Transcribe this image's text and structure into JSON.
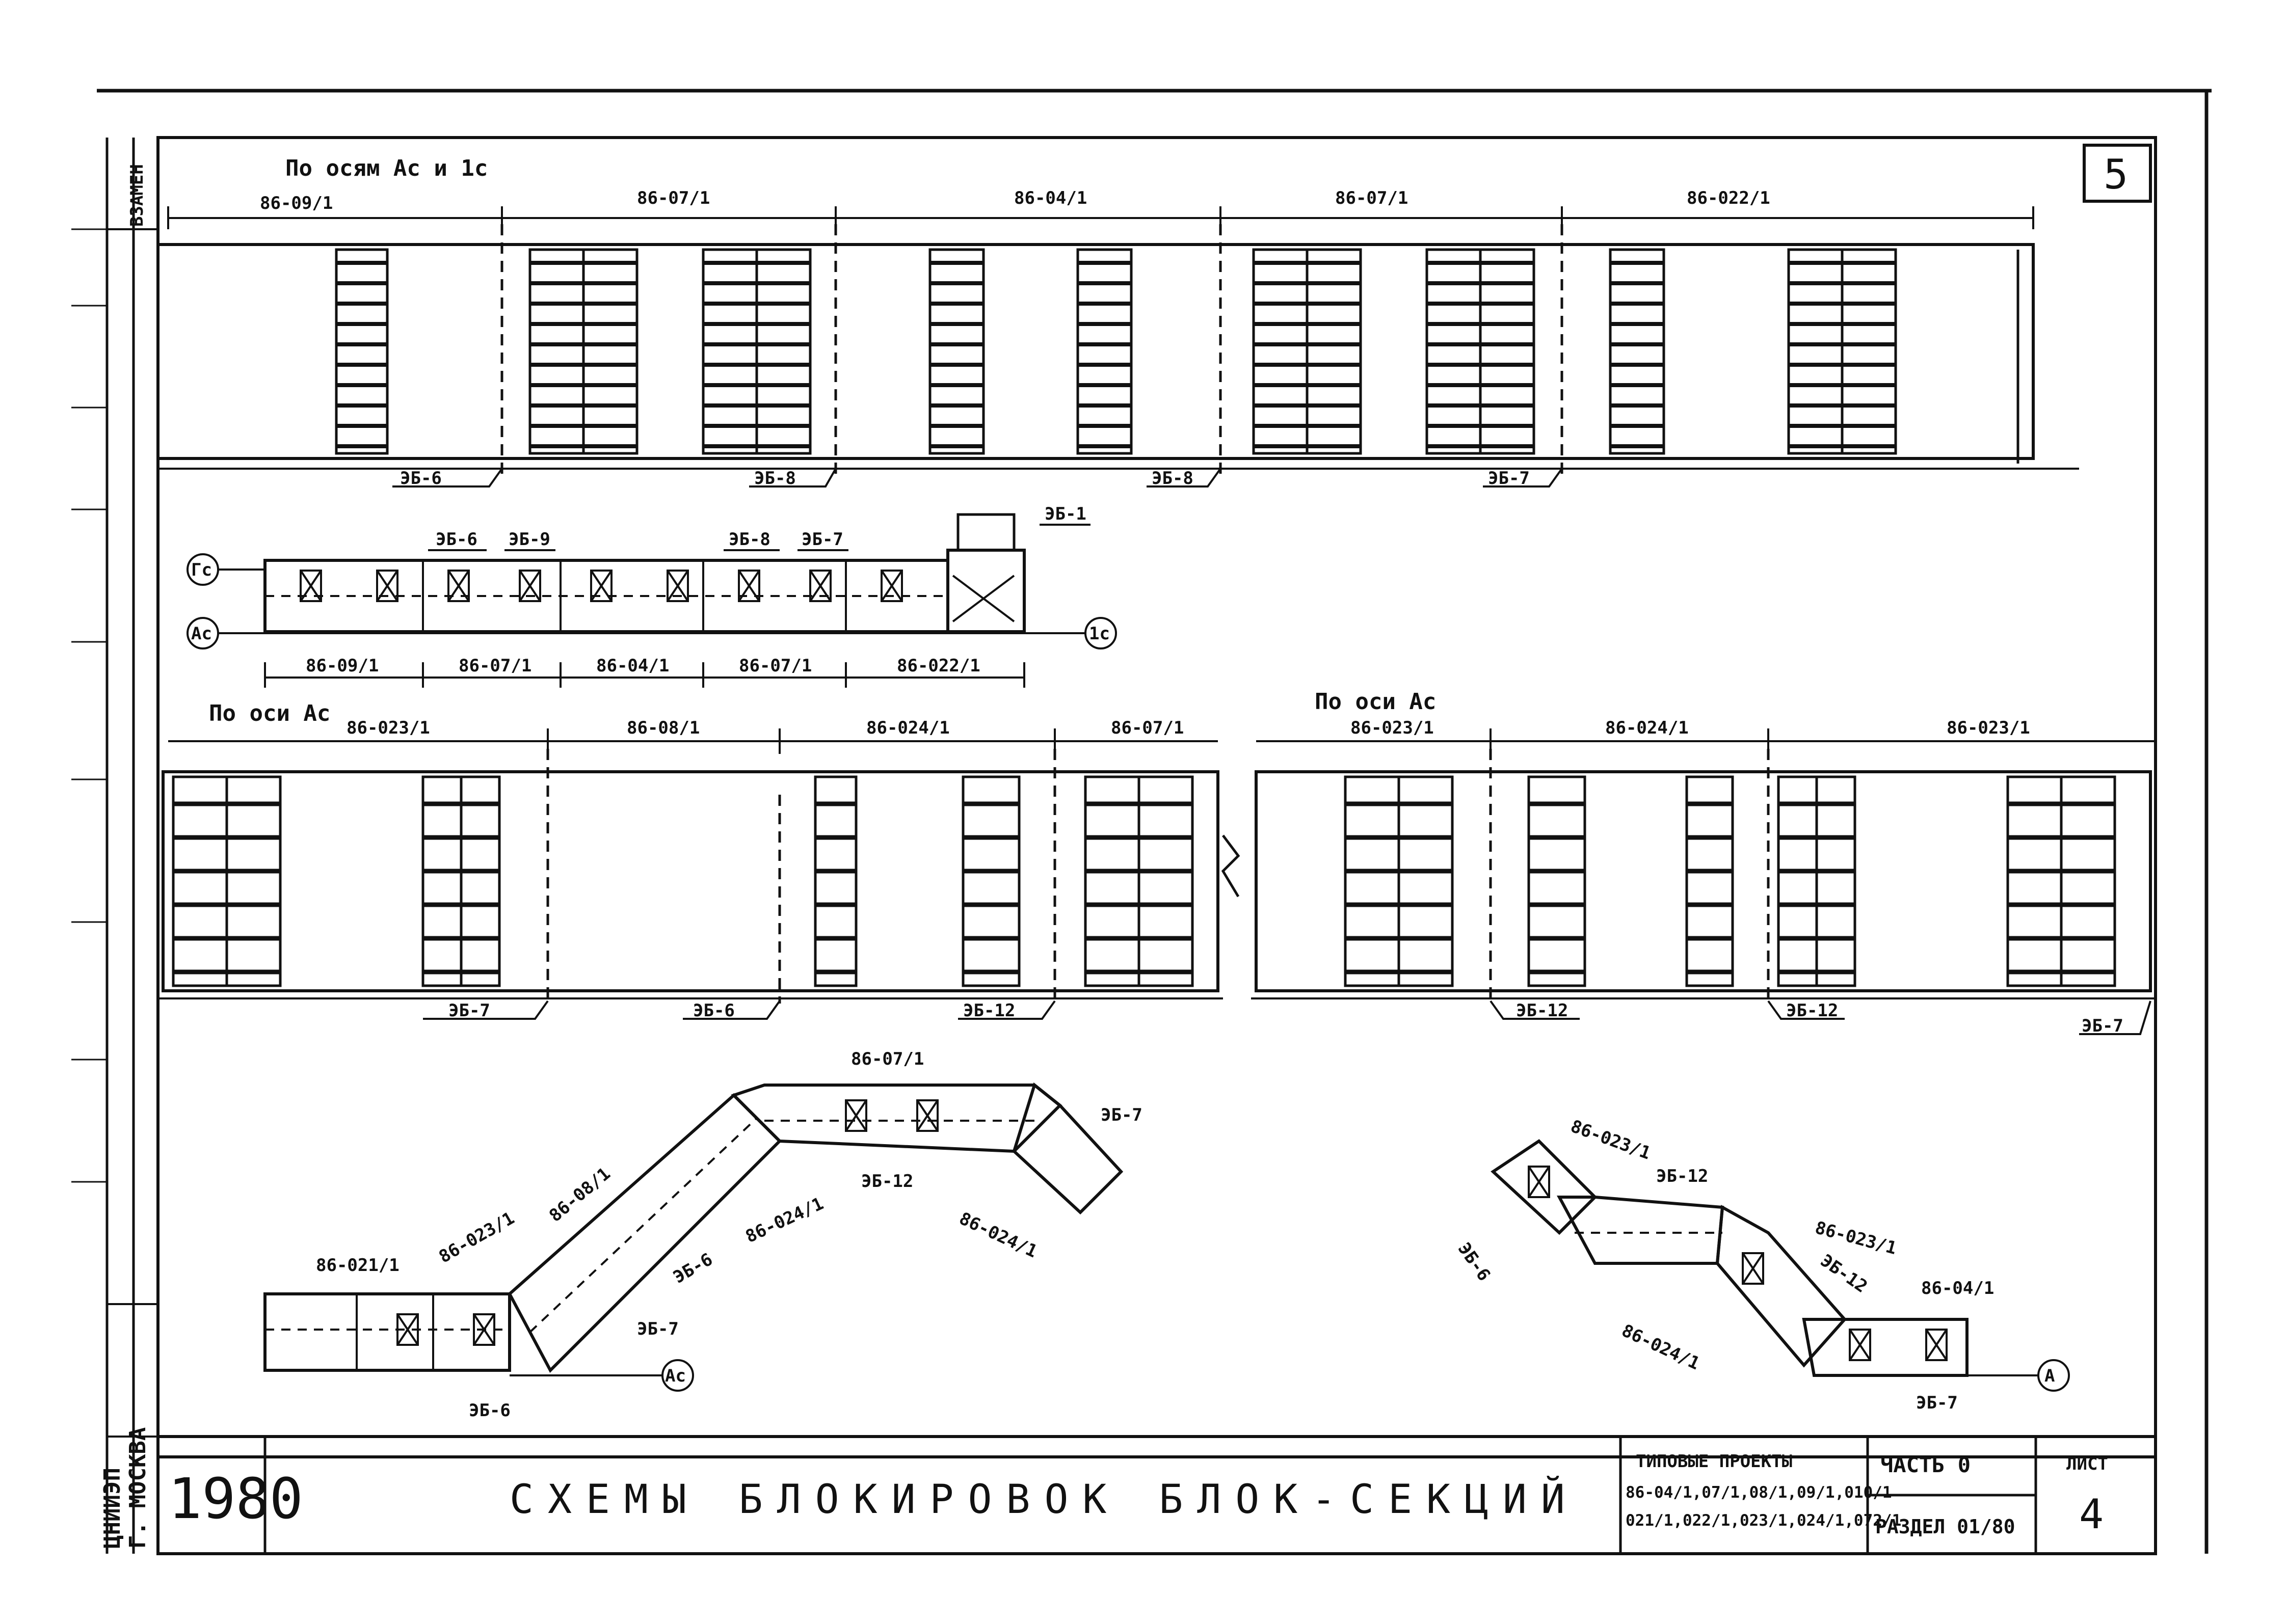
{
  "sheet_number": "5",
  "left_stamp": {
    "label": "ВЗАМЕН",
    "city": "Г. МОСКВА",
    "org": "ЦНИИЭП"
  },
  "year": "1980",
  "title": "СХЕМЫ БЛОКИРОВОК БЛОК-СЕКЦИЙ",
  "title_block": {
    "projects_heading": "ТИПОВЫЕ ПРОЕКТЫ",
    "projects_line1": "86-04/1,07/1,08/1,09/1,010/1",
    "projects_line2": "021/1,022/1,023/1,024/1,072/1",
    "part_label": "ЧАСТЬ 0",
    "section_label": "РАЗДЕЛ 01/80",
    "list_label": "ЛИСТ",
    "list_number": "4"
  },
  "top_elevation": {
    "caption": "По осям Ас и 1с",
    "sections": [
      "86-09/1",
      "86-07/1",
      "86-04/1",
      "86-07/1",
      "86-022/1"
    ],
    "panel_marks": [
      "ЭБ-6",
      "ЭБ-8",
      "ЭБ-8",
      "ЭБ-7"
    ]
  },
  "plan_straight": {
    "axis_top": "Гс",
    "axis_bottom": "Ас",
    "axis_right": "1с",
    "marks_top": [
      "ЭБ-6",
      "ЭБ-9",
      "ЭБ-8",
      "ЭБ-7",
      "ЭБ-1"
    ],
    "sections": [
      "86-09/1",
      "86-07/1",
      "86-04/1",
      "86-07/1",
      "86-022/1"
    ]
  },
  "mid_elevation_left": {
    "caption": "По оси Ас",
    "sections": [
      "86-023/1",
      "86-08/1",
      "86-024/1",
      "86-07/1"
    ],
    "panel_marks": [
      "ЭБ-7",
      "ЭБ-6",
      "ЭБ-12"
    ]
  },
  "mid_elevation_right": {
    "caption": "По оси Ас",
    "sections": [
      "86-023/1",
      "86-024/1",
      "86-023/1"
    ],
    "panel_marks": [
      "ЭБ-12",
      "ЭБ-12",
      "ЭБ-7"
    ]
  },
  "plan_bent_left": {
    "axis": "Ас",
    "labels": [
      "86-021/1",
      "86-023/1",
      "86-08/1",
      "86-07/1",
      "86-024/1",
      "86-024/1",
      "ЭБ-6",
      "ЭБ-7",
      "ЭБ-6",
      "ЭБ-12",
      "ЭБ-7"
    ]
  },
  "plan_bent_right": {
    "axis": "А",
    "labels": [
      "86-023/1",
      "ЭБ-12",
      "86-023/1",
      "86-04/1",
      "86-024/1",
      "ЭБ-6",
      "ЭБ-12",
      "ЭБ-7"
    ]
  }
}
